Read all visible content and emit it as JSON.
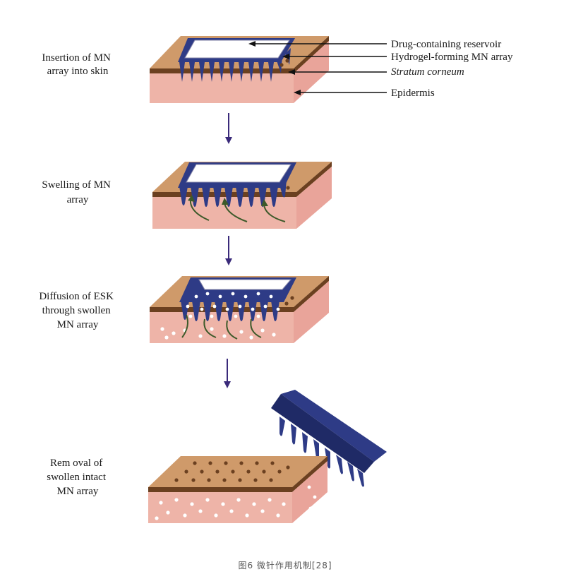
{
  "steps": [
    {
      "label_lines": [
        "Insertion of MN",
        "array into skin"
      ]
    },
    {
      "label_lines": [
        "Swelling of MN",
        "array"
      ]
    },
    {
      "label_lines": [
        "Diffusion of ESK",
        "through swollen",
        "MN array"
      ]
    },
    {
      "label_lines": [
        "Rem oval of",
        "swollen intact",
        "MN array"
      ]
    }
  ],
  "callouts": {
    "reservoir": "Drug-containing reservoir",
    "mn_array": "Hydrogel-forming MN array",
    "stratum": "Stratum corneum",
    "epidermis": "Epidermis"
  },
  "caption": "图6  微针作用机制[28]",
  "colors": {
    "skin_top": "#cf9a6a",
    "skin_side": "#e9a49a",
    "skin_front": "#eeb4a8",
    "stratum": "#6b4020",
    "mn": "#2e3b86",
    "arrow": "#3a2a7a",
    "swirl": "#3d5a2a"
  }
}
